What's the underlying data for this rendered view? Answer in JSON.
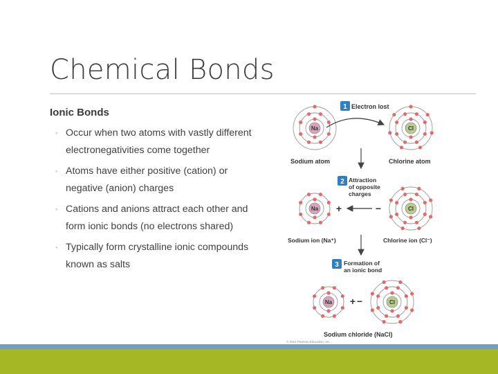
{
  "slide": {
    "title": "Chemical Bonds",
    "subtitle": "Ionic Bonds",
    "bullets": [
      "Occur when two atoms with vastly different electronegativities come together",
      "Atoms have either positive (cation) or negative (anion) charges",
      "Cations and anions attract each other and form ionic bonds (no electrons shared)",
      "Typically form crystalline ionic compounds known as salts"
    ]
  },
  "figure": {
    "step1": {
      "number": "1",
      "label": "Electron lost"
    },
    "step2": {
      "number": "2",
      "label_lines": [
        "Attraction",
        "of opposite",
        "charges"
      ]
    },
    "step3": {
      "number": "3",
      "label_lines": [
        "Formation of",
        "an ionic bond"
      ]
    },
    "na_symbol": "Na",
    "cl_symbol": "Cl",
    "sodium_atom": "Sodium atom",
    "chlorine_atom": "Chlorine atom",
    "sodium_ion": "Sodium ion (Na⁺)",
    "chlorine_ion": "Chlorine ion (Cl⁻)",
    "plus": "+",
    "minus": "−",
    "compound": "Sodium chloride (NaCl)",
    "copyright": "© 2014 Pearson Education, Inc."
  },
  "colors": {
    "title": "#3c3c3c",
    "electron": "#e36a6a",
    "na_nucleus": "#d9a3b9",
    "cl_nucleus": "#b9cc8e",
    "step_badge": "#2f7fc1",
    "band_blue": "#6f9ec9",
    "band_green": "#a6b726"
  }
}
